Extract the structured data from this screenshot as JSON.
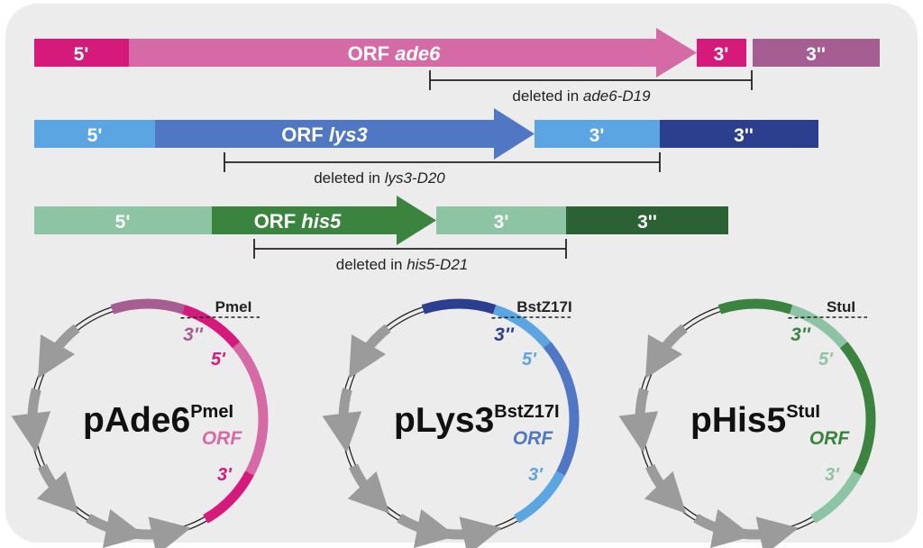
{
  "colors": {
    "ade_dark": "#d61a7c",
    "ade_mid": "#d56aa6",
    "ade_pale": "#a65d92",
    "lys_light": "#5ba6e2",
    "lys_mid": "#4f77c4",
    "lys_dark": "#2c3f8f",
    "his_light": "#8dc5a4",
    "his_mid": "#3b8440",
    "his_dark": "#2c6233",
    "background": "#ececec",
    "plasmid_arrow": "#9b9b9b"
  },
  "genes": [
    {
      "id": "ade6",
      "seg_5": "5'",
      "orf_prefix": "ORF",
      "orf_name": "ade6",
      "seg_3": "3'",
      "seg_3pp": "3''",
      "deleted_prefix": "deleted in",
      "deleted_allele": "ade6-D19"
    },
    {
      "id": "lys3",
      "seg_5": "5'",
      "orf_prefix": "ORF",
      "orf_name": "lys3",
      "seg_3": "3'",
      "seg_3pp": "3''",
      "deleted_prefix": "deleted in",
      "deleted_allele": "lys3-D20"
    },
    {
      "id": "his5",
      "seg_5": "5'",
      "orf_prefix": "ORF",
      "orf_name": "his5",
      "seg_3": "3'",
      "seg_3pp": "3''",
      "deleted_prefix": "deleted in",
      "deleted_allele": "his5-D21"
    }
  ],
  "plasmids": [
    {
      "name": "pAde6",
      "superscript": "PmeI",
      "site": "PmeI",
      "labels": {
        "p3pp": "3''",
        "p5": "5'",
        "orf": "ORF",
        "p3": "3'"
      }
    },
    {
      "name": "pLys3",
      "superscript": "BstZ17I",
      "site": "BstZ17I",
      "labels": {
        "p3pp": "3''",
        "p5": "5'",
        "orf": "ORF",
        "p3": "3'"
      }
    },
    {
      "name": "pHis5",
      "superscript": "StuI",
      "site": "StuI",
      "labels": {
        "p3pp": "3''",
        "p5": "5'",
        "orf": "ORF",
        "p3": "3'"
      }
    }
  ]
}
